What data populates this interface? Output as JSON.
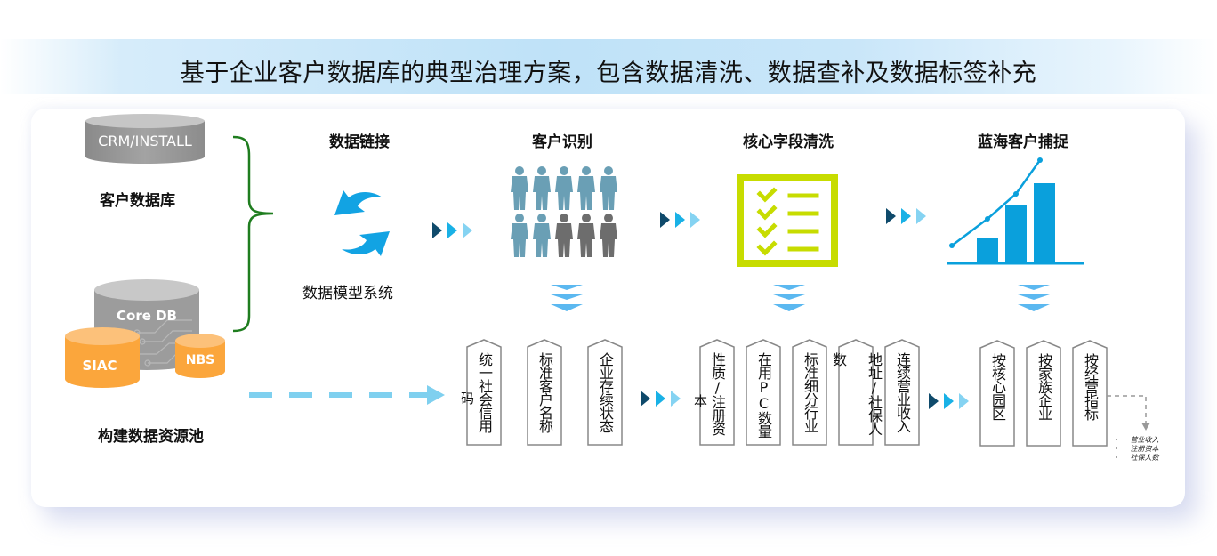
{
  "banner": {
    "title": "基于企业客户数据库的典型治理方案，包含数据清洗、数据查补及数据标签补充"
  },
  "sources": {
    "crm_db_label": "CRM/INSTALL",
    "customer_db_label": "客户数据库",
    "core_db_label": "Core DB",
    "siac_label": "SIAC",
    "nbs_label": "NBS",
    "pool_label": "构建数据资源池"
  },
  "stages": [
    {
      "title": "数据链接",
      "subtitle": "数据模型系统",
      "icon": "sync-arrows-icon"
    },
    {
      "title": "客户识别",
      "icon": "people-group-icon"
    },
    {
      "title": "核心字段清洗",
      "icon": "checklist-icon"
    },
    {
      "title": "蓝海客户捕捉",
      "icon": "growth-chart-icon"
    }
  ],
  "tag_groups": [
    {
      "tags": [
        "统一社会信用",
        "标准客户名称",
        "企业存续状态"
      ],
      "overflow_char": "码"
    },
    {
      "tags": [
        "性质/注册资",
        "在用PC数量",
        "标准细分行业",
        "地址/社保人数",
        "连续营业收入"
      ],
      "overflow_char": "本"
    },
    {
      "tags": [
        "按核心园区",
        "按家族企业",
        "按经营指标"
      ]
    }
  ],
  "indicator_list": [
    "营业收入",
    "注册资本",
    "社保人数"
  ],
  "colors": {
    "arrow_dark": "#0f4a6b",
    "arrow_mid": "#19b1e6",
    "arrow_light": "#85d3f2",
    "sync_blue": "#12a3e3",
    "people_blue": "#6a9fb5",
    "people_gray": "#6d6d6d",
    "checklist_green": "#c7dc00",
    "chart_blue": "#0aa0dc",
    "orange": "#fba63c",
    "db_gray": "#9a9a9a",
    "brace_green": "#1f7d1f",
    "dash_blue": "#7fd0ef"
  }
}
